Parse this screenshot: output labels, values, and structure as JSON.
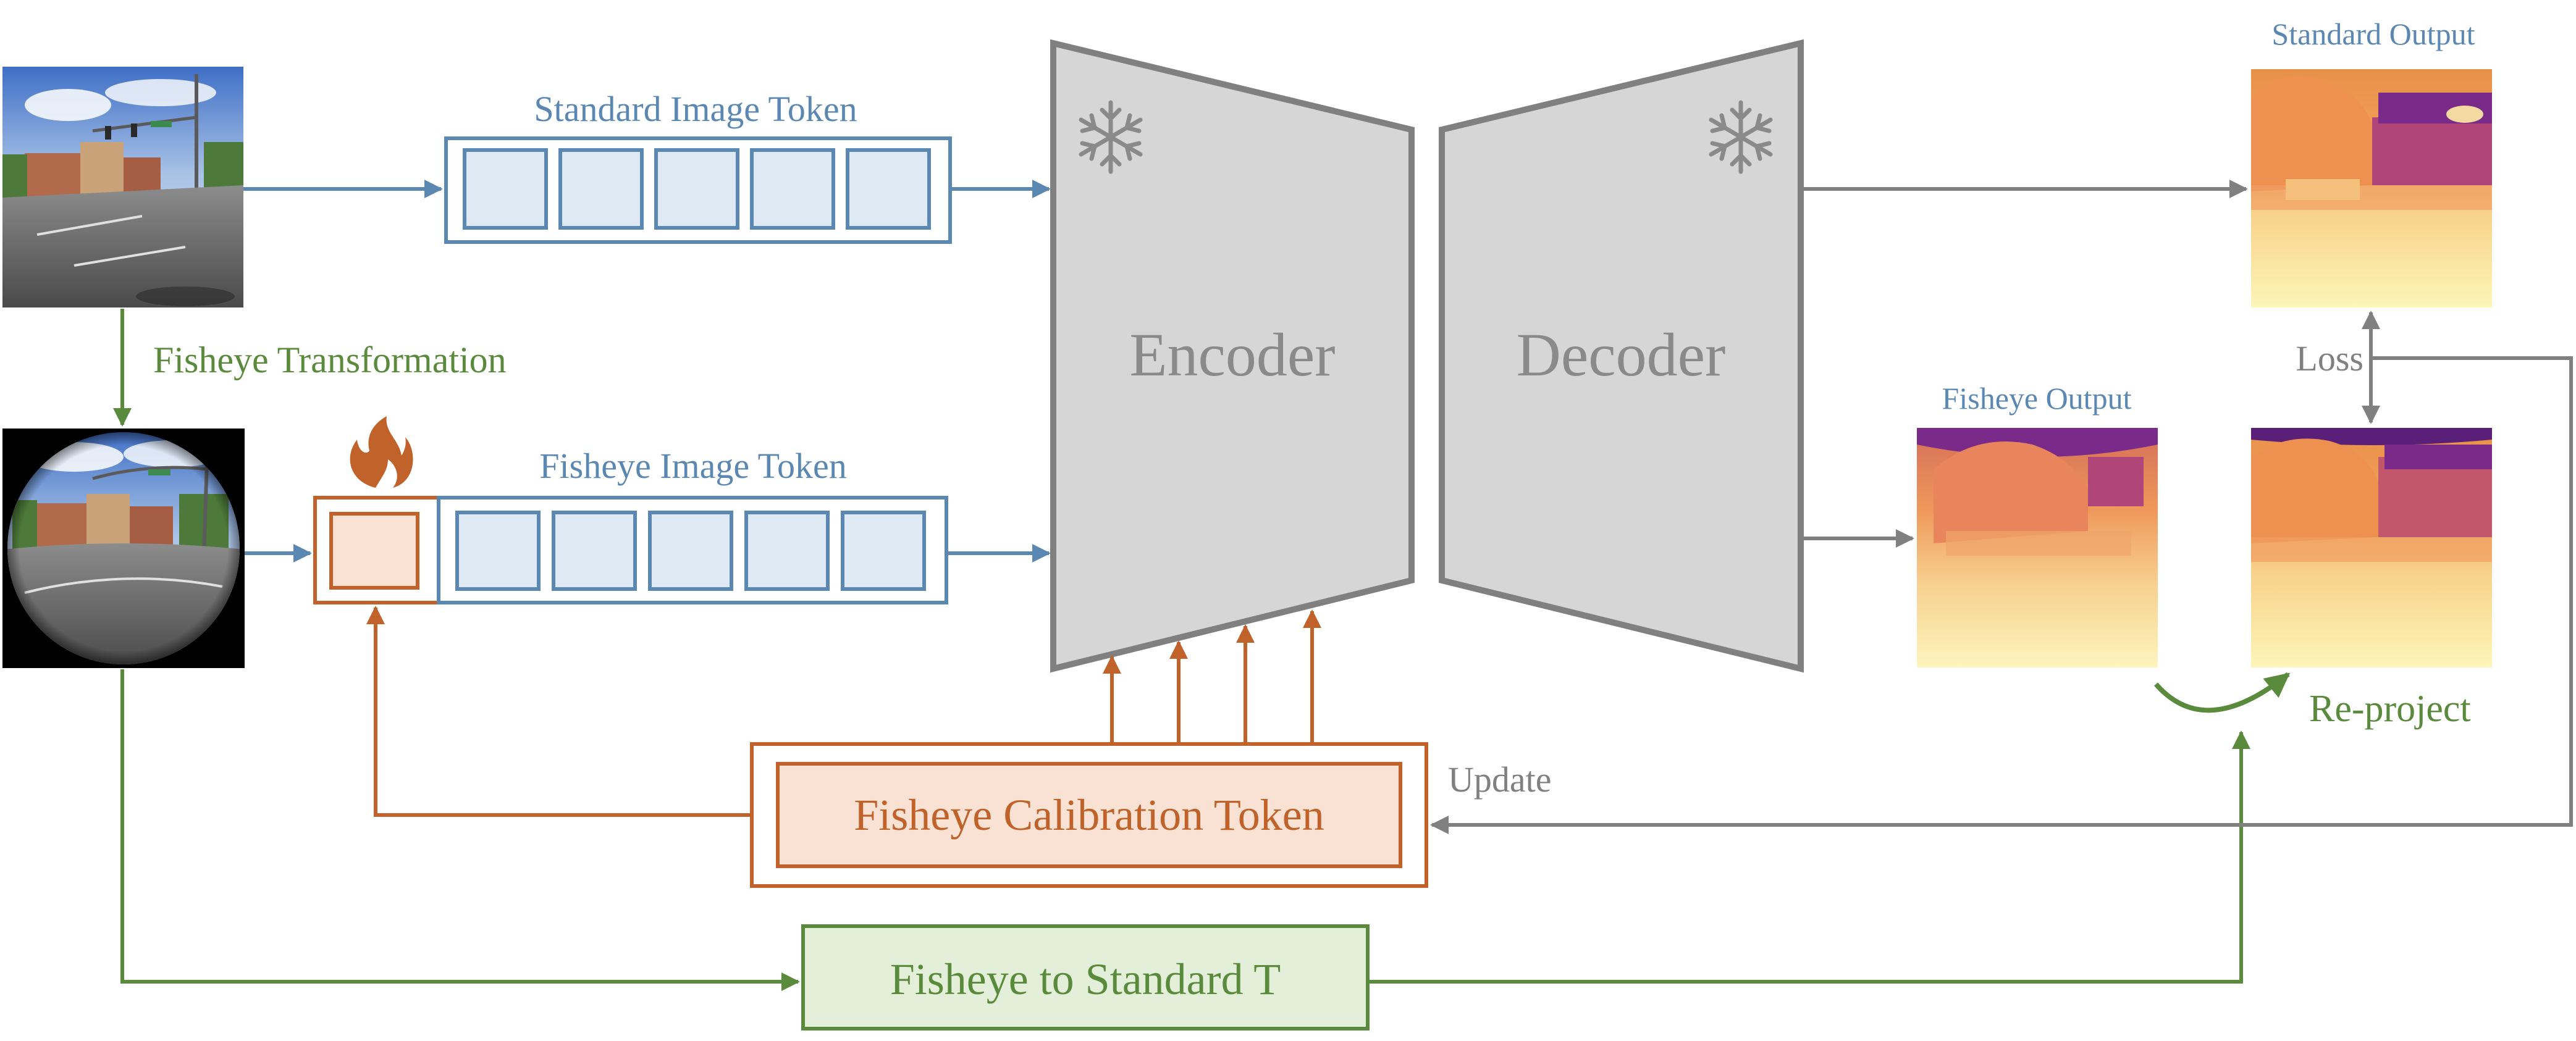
{
  "labels": {
    "standard_image_token": "Standard Image Token",
    "fisheye_image_token": "Fisheye Image Token",
    "fisheye_transformation": "Fisheye Transformation",
    "encoder": "Encoder",
    "decoder": "Decoder",
    "standard_output": "Standard Output",
    "fisheye_output": "Fisheye Output",
    "loss": "Loss",
    "re_project": "Re-project",
    "update": "Update",
    "calibration_token": "Fisheye Calibration Token",
    "fisheye_to_standard": "Fisheye to Standard T"
  },
  "icons": {
    "frozen": "snowflake-icon",
    "trainable": "flame-icon"
  },
  "colors": {
    "blue": "#5b87b3",
    "blue_fill": "#dfe9f4",
    "green": "#5a8a3c",
    "green_fill": "#e4efd9",
    "orange": "#c0622a",
    "orange_fill": "#f9e2d3",
    "gray": "#808080",
    "gray_fill": "#d6d6d6"
  }
}
